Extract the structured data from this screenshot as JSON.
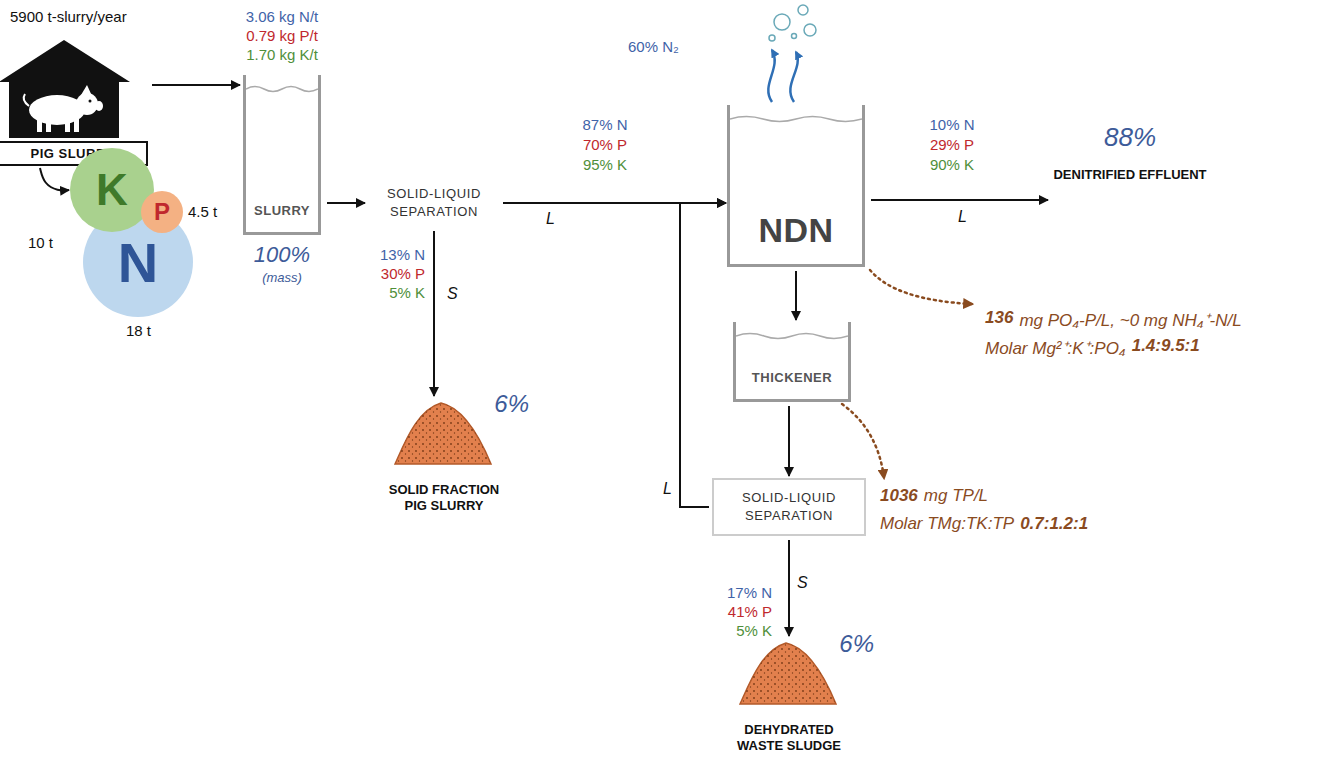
{
  "diagram": {
    "nodes": [
      {
        "text": [
          "PIG SLURRY"
        ]
      },
      {
        "text": [
          "K"
        ]
      },
      {
        "text": [
          "P"
        ]
      },
      {
        "text": [
          "N"
        ]
      },
      {
        "text": [
          "SLURRY"
        ]
      },
      {
        "text": [
          "SOLID-LIQUID SEPARATION"
        ]
      },
      {
        "text": [
          "6%",
          "SOLID FRACTION PIG SLURRY"
        ]
      },
      {
        "text": [
          "NDN"
        ]
      },
      {
        "text": [
          "88%",
          "DENITRIFIED EFFLUENT"
        ]
      },
      {
        "text": [
          "THICKENER"
        ]
      },
      {
        "text": [
          "SOLID-LIQUID SEPARATION"
        ]
      },
      {
        "text": [
          "6%",
          "DEHYDRATED WASTE SLUDGE"
        ]
      }
    ],
    "edges": [
      {
        "from": 0,
        "to": 4,
        "arrow": "to"
      },
      {
        "from": 0,
        "to": 1,
        "arrow": "to"
      },
      {
        "from": 4,
        "to": 5,
        "arrow": "to"
      },
      {
        "from": 5,
        "to": 7,
        "label": "L",
        "arrow": "to"
      },
      {
        "from": 5,
        "to": 6,
        "label": "S",
        "arrow": "to"
      },
      {
        "from": 7,
        "to": 8,
        "label": "L",
        "arrow": "to"
      },
      {
        "from": 7,
        "to": 9,
        "arrow": "to"
      },
      {
        "from": 9,
        "to": 10,
        "arrow": "to"
      },
      {
        "from": 10,
        "to": 7,
        "label": "L",
        "arrow": "to"
      },
      {
        "from": 10,
        "to": 11,
        "label": "S",
        "arrow": "to"
      }
    ],
    "labels": [
      "5900 t-slurry/year",
      "10 t",
      "4.5 t",
      "18 t",
      "3.06 kg N/t",
      "0.79 kg P/t",
      "1.70 kg K/t",
      "100%",
      "(mass)",
      "13% N",
      "30% P",
      "5% K",
      "87% N",
      "70% P",
      "95% K",
      "60% N₂",
      "10% N",
      "29% P",
      "90% K",
      "136",
      "mg PO₄-P/L, ~0 mg NH₄⁺-N/L",
      "Molar Mg²⁺:K⁺:PO₄",
      "1.4:9.5:1",
      "1036",
      "mg TP/L",
      "Molar TMg:TK:TP",
      "0.7:1.2:1",
      "17% N",
      "41% P",
      "5% K"
    ]
  }
}
